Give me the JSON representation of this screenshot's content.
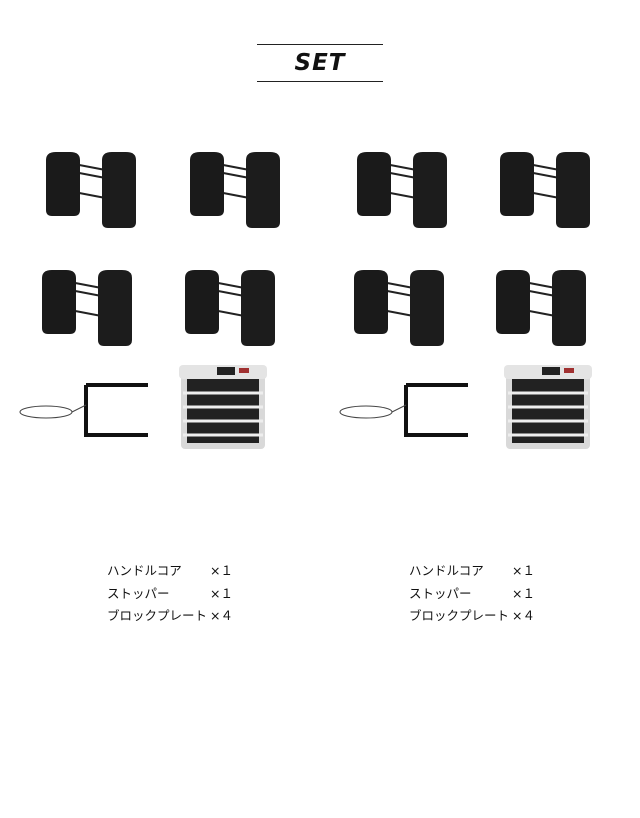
{
  "title": "SET",
  "sets": [
    {
      "items": [
        {
          "name": "ハンドルコア",
          "qty": "×１"
        },
        {
          "name": "ストッパー",
          "qty": "×１"
        },
        {
          "name": "ブロックプレート",
          "qty": "×４"
        }
      ]
    },
    {
      "items": [
        {
          "name": "ハンドルコア",
          "qty": "×１"
        },
        {
          "name": "ストッパー",
          "qty": "×１"
        },
        {
          "name": "ブロックプレート",
          "qty": "×４"
        }
      ]
    }
  ]
}
